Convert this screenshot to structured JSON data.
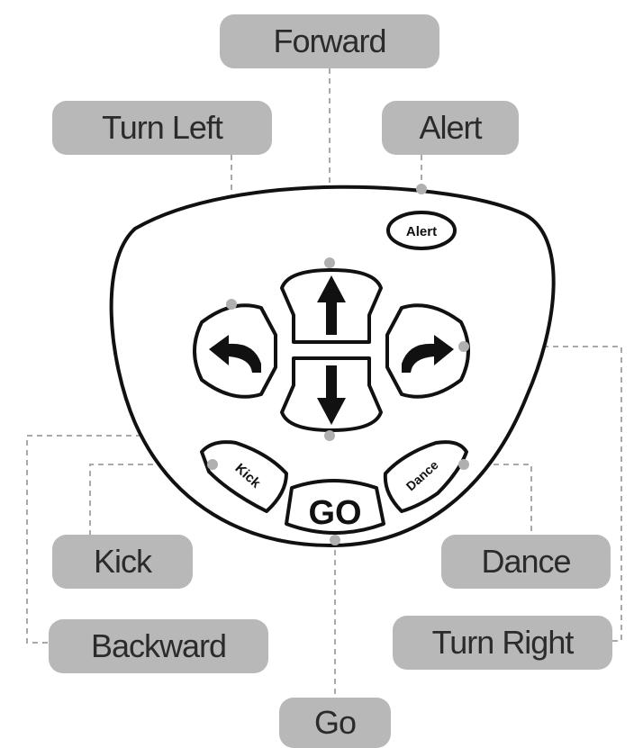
{
  "labels": {
    "forward": "Forward",
    "turn_left": "Turn Left",
    "alert": "Alert",
    "kick": "Kick",
    "dance": "Dance",
    "backward": "Backward",
    "turn_right": "Turn Right",
    "go": "Go"
  },
  "remote_buttons": {
    "alert": "Alert",
    "kick": "Kick",
    "go": "GO",
    "dance": "Dance"
  }
}
